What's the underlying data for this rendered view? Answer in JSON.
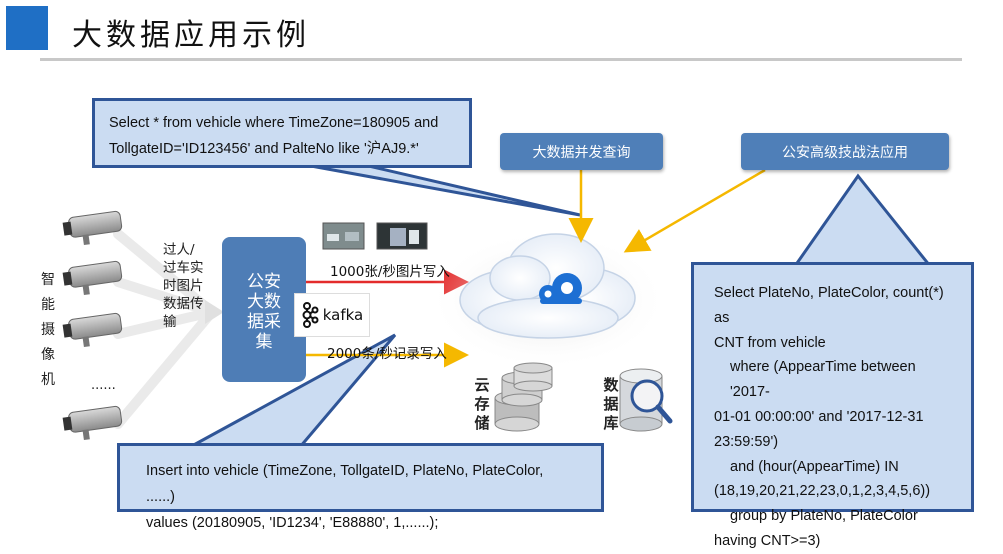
{
  "header": {
    "title": "大数据应用示例"
  },
  "cameras": {
    "label_chars": [
      "智",
      "能",
      "摄",
      "像",
      "机"
    ],
    "ellipsis": "......"
  },
  "flow": {
    "desc_lines": [
      "过人/",
      "过车实",
      "时图片",
      "数据传",
      "输"
    ]
  },
  "collector": {
    "lines": [
      "公安",
      "大数",
      "据采",
      "集"
    ],
    "kafka_label": "kafka"
  },
  "rates": {
    "images": "1000张/秒图片写入",
    "records": "2000条/秒记录写入"
  },
  "boxes": {
    "bigdata_query": "大数据并发查询",
    "police_app": "公安高级技战法应用"
  },
  "storage": {
    "cloud_chars": [
      "云",
      "存",
      "储"
    ],
    "database_chars": [
      "数",
      "据",
      "库"
    ]
  },
  "callouts": {
    "top": [
      "Select * from vehicle where TimeZone=180905 and",
      "TollgateID='ID123456' and PalteNo like '沪AJ9.*'"
    ],
    "bottom": [
      "Insert into vehicle (TimeZone, TollgateID, PlateNo, PlateColor, ......)",
      "values (20180905, 'ID1234', 'E88880', 1,......);"
    ],
    "right": [
      "Select PlateNo, PlateColor, count(*) as",
      "CNT from vehicle",
      "where (AppearTime between '2017-",
      "01-01 00:00:00' and '2017-12-31",
      "23:59:59')",
      "and (hour(AppearTime) IN",
      "(18,19,20,21,22,23,0,1,2,3,4,5,6))",
      "group by PlateNo, PlateColor",
      "having CNT>=3)"
    ]
  },
  "colors": {
    "accent": "#1f6fc5",
    "box_blue": "#4f7fb8",
    "callout_fill": "#cbdcf2",
    "callout_border": "#2f5597",
    "arrow_red": "#e32b2b",
    "arrow_yellow": "#f5b800"
  }
}
